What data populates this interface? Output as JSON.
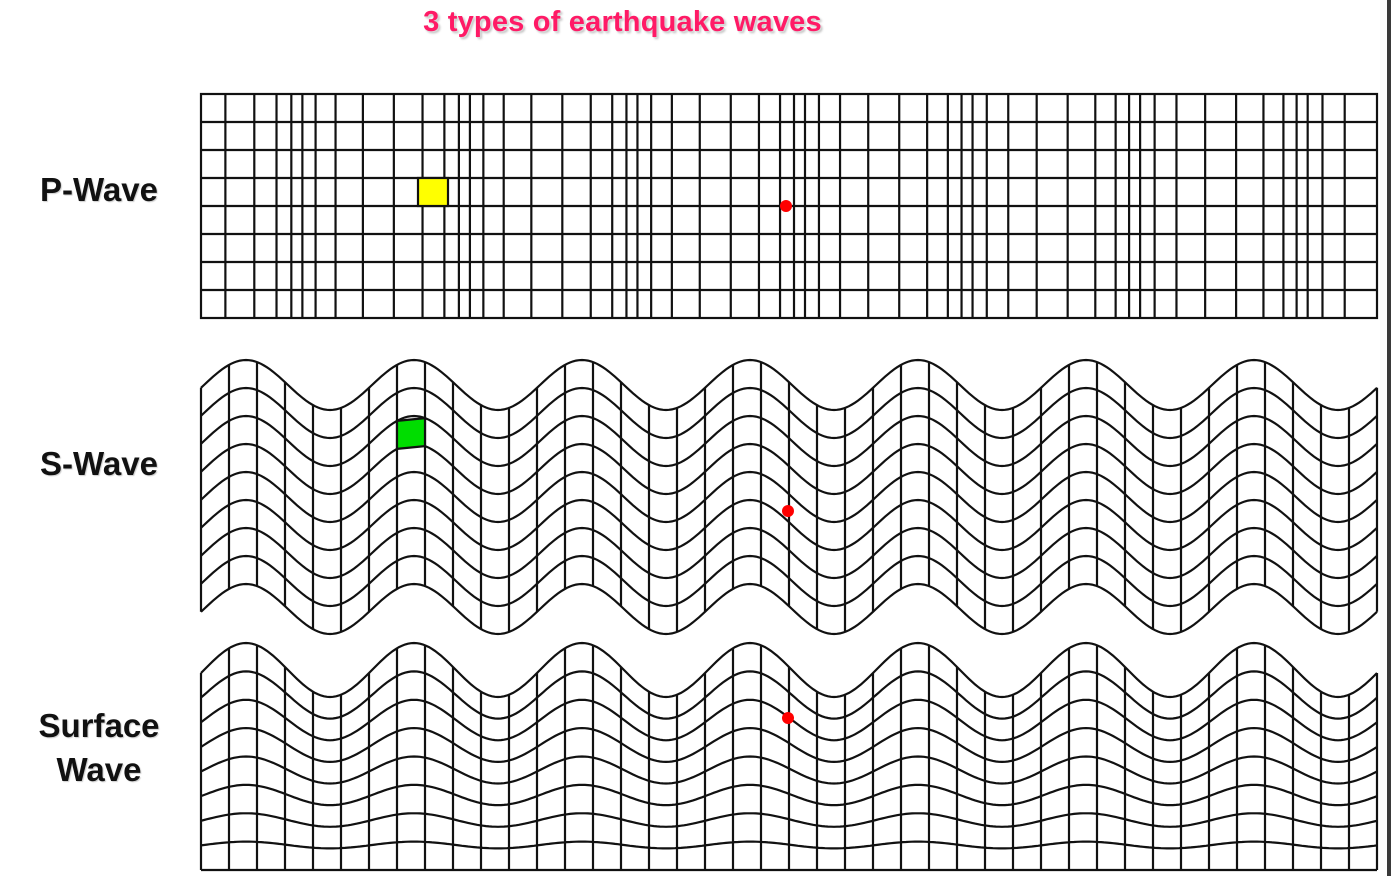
{
  "title": "3 types of earthquake waves",
  "panels": [
    {
      "label": "P-Wave",
      "marker_color": "#ff0000",
      "highlight_color": "#ffff00"
    },
    {
      "label": "S-Wave",
      "marker_color": "#ff0000",
      "highlight_color": "#00dd00"
    },
    {
      "label_lines": [
        "Surface",
        "Wave"
      ],
      "marker_color": "#ff0000"
    }
  ],
  "colors": {
    "title": "#ff1a66",
    "grid": "#111111",
    "background": "#ffffff"
  }
}
